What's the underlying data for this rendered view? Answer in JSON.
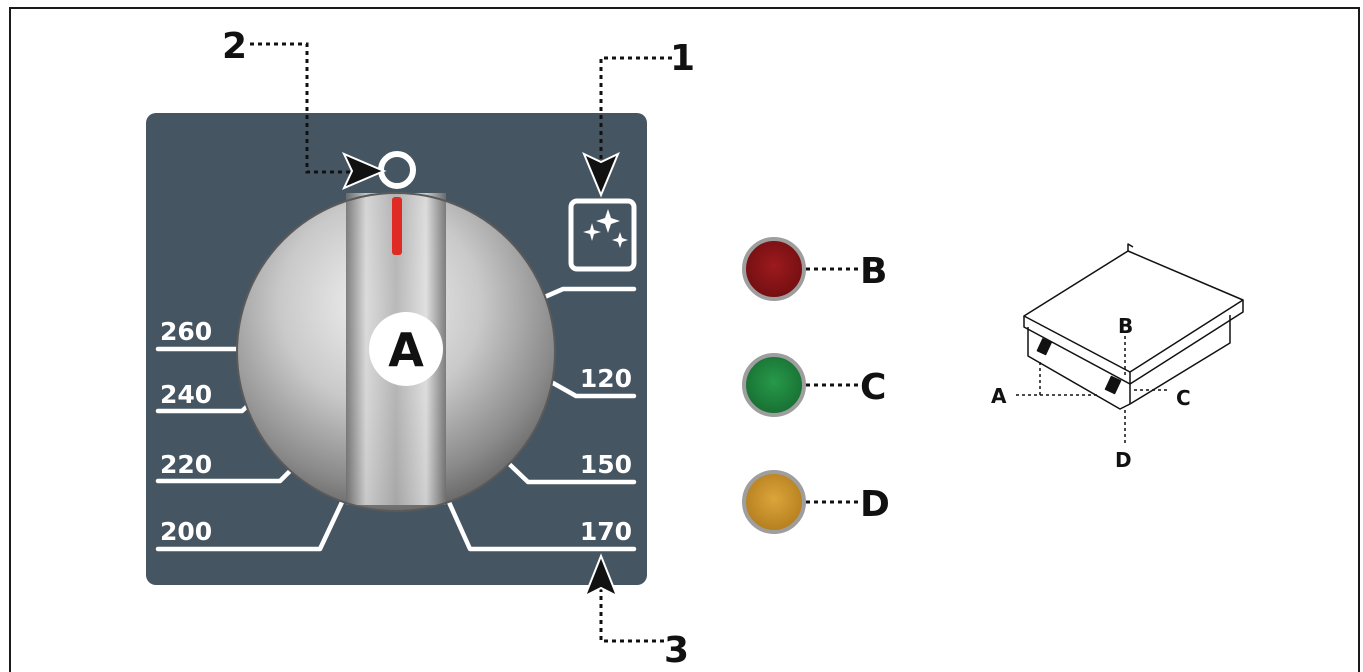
{
  "callouts": {
    "n1": "1",
    "n2": "2",
    "n3": "3"
  },
  "knob": {
    "label": "A"
  },
  "scale": {
    "left": [
      "260",
      "240",
      "220",
      "200"
    ],
    "right": [
      "120",
      "150",
      "170"
    ]
  },
  "lamps": [
    {
      "label": "B",
      "color": "#8e1418"
    },
    {
      "label": "C",
      "color": "#1f8a3f"
    },
    {
      "label": "D",
      "color": "#d39a2c"
    }
  ],
  "appliance": {
    "labels": {
      "a": "A",
      "b": "B",
      "c": "C",
      "d": "D"
    }
  },
  "icons": [
    "clean-sparkle-icon",
    "off-circle-icon",
    "indicator-mark-icon"
  ]
}
